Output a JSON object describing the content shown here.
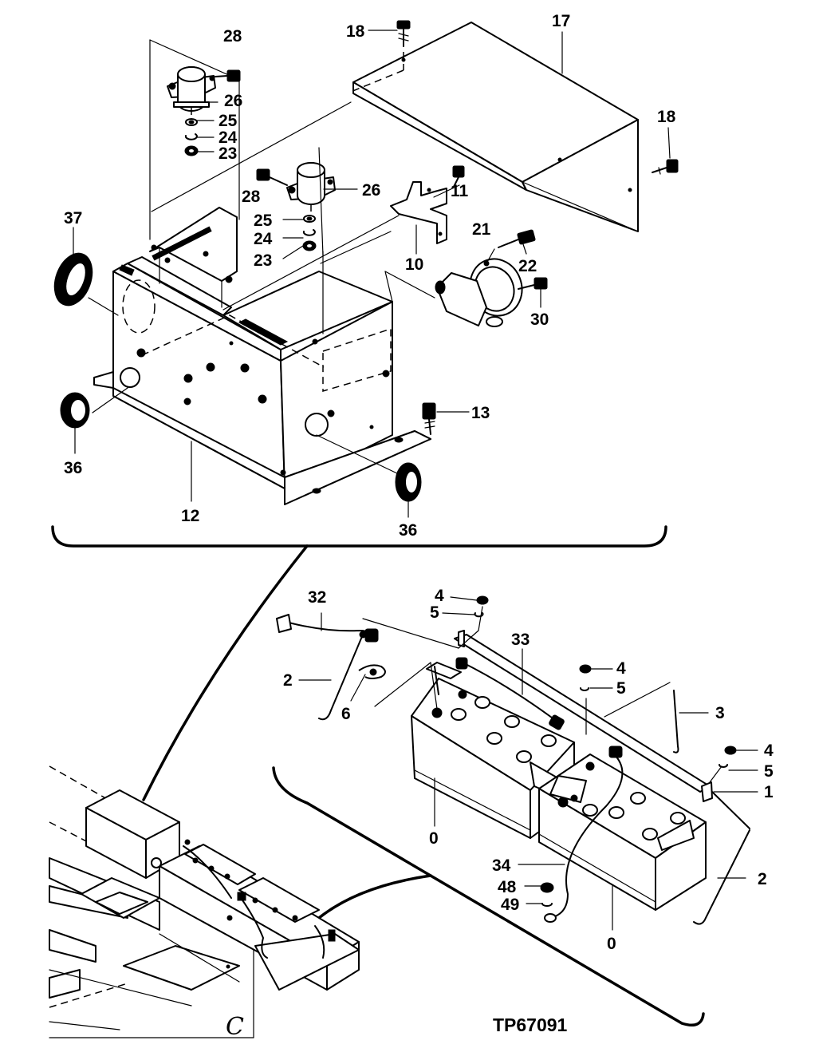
{
  "figure": {
    "code": "TP67091",
    "annotation": "C"
  },
  "callouts": [
    {
      "id": "c28a",
      "text": "28"
    },
    {
      "id": "c26a",
      "text": "26"
    },
    {
      "id": "c25a",
      "text": "25"
    },
    {
      "id": "c24a",
      "text": "24"
    },
    {
      "id": "c23a",
      "text": "23"
    },
    {
      "id": "c18a",
      "text": "18"
    },
    {
      "id": "c17",
      "text": "17"
    },
    {
      "id": "c18b",
      "text": "18"
    },
    {
      "id": "c28b",
      "text": "28"
    },
    {
      "id": "c26b",
      "text": "26"
    },
    {
      "id": "c25b",
      "text": "25"
    },
    {
      "id": "c24b",
      "text": "24"
    },
    {
      "id": "c23b",
      "text": "23"
    },
    {
      "id": "c11",
      "text": "11"
    },
    {
      "id": "c21",
      "text": "21"
    },
    {
      "id": "c22",
      "text": "22"
    },
    {
      "id": "c10",
      "text": "10"
    },
    {
      "id": "c30",
      "text": "30"
    },
    {
      "id": "c37",
      "text": "37"
    },
    {
      "id": "c13",
      "text": "13"
    },
    {
      "id": "c36a",
      "text": "36"
    },
    {
      "id": "c12",
      "text": "12"
    },
    {
      "id": "c36b",
      "text": "36"
    },
    {
      "id": "c32",
      "text": "32"
    },
    {
      "id": "c4a",
      "text": "4"
    },
    {
      "id": "c5a",
      "text": "5"
    },
    {
      "id": "c33",
      "text": "33"
    },
    {
      "id": "c4b",
      "text": "4"
    },
    {
      "id": "c5b",
      "text": "5"
    },
    {
      "id": "c2a",
      "text": "2"
    },
    {
      "id": "c6",
      "text": "6"
    },
    {
      "id": "c3",
      "text": "3"
    },
    {
      "id": "c4c",
      "text": "4"
    },
    {
      "id": "c5c",
      "text": "5"
    },
    {
      "id": "c1",
      "text": "1"
    },
    {
      "id": "c0a",
      "text": "0"
    },
    {
      "id": "c34",
      "text": "34"
    },
    {
      "id": "c2b",
      "text": "2"
    },
    {
      "id": "c48",
      "text": "48"
    },
    {
      "id": "c49",
      "text": "49"
    },
    {
      "id": "c0b",
      "text": "0"
    }
  ]
}
